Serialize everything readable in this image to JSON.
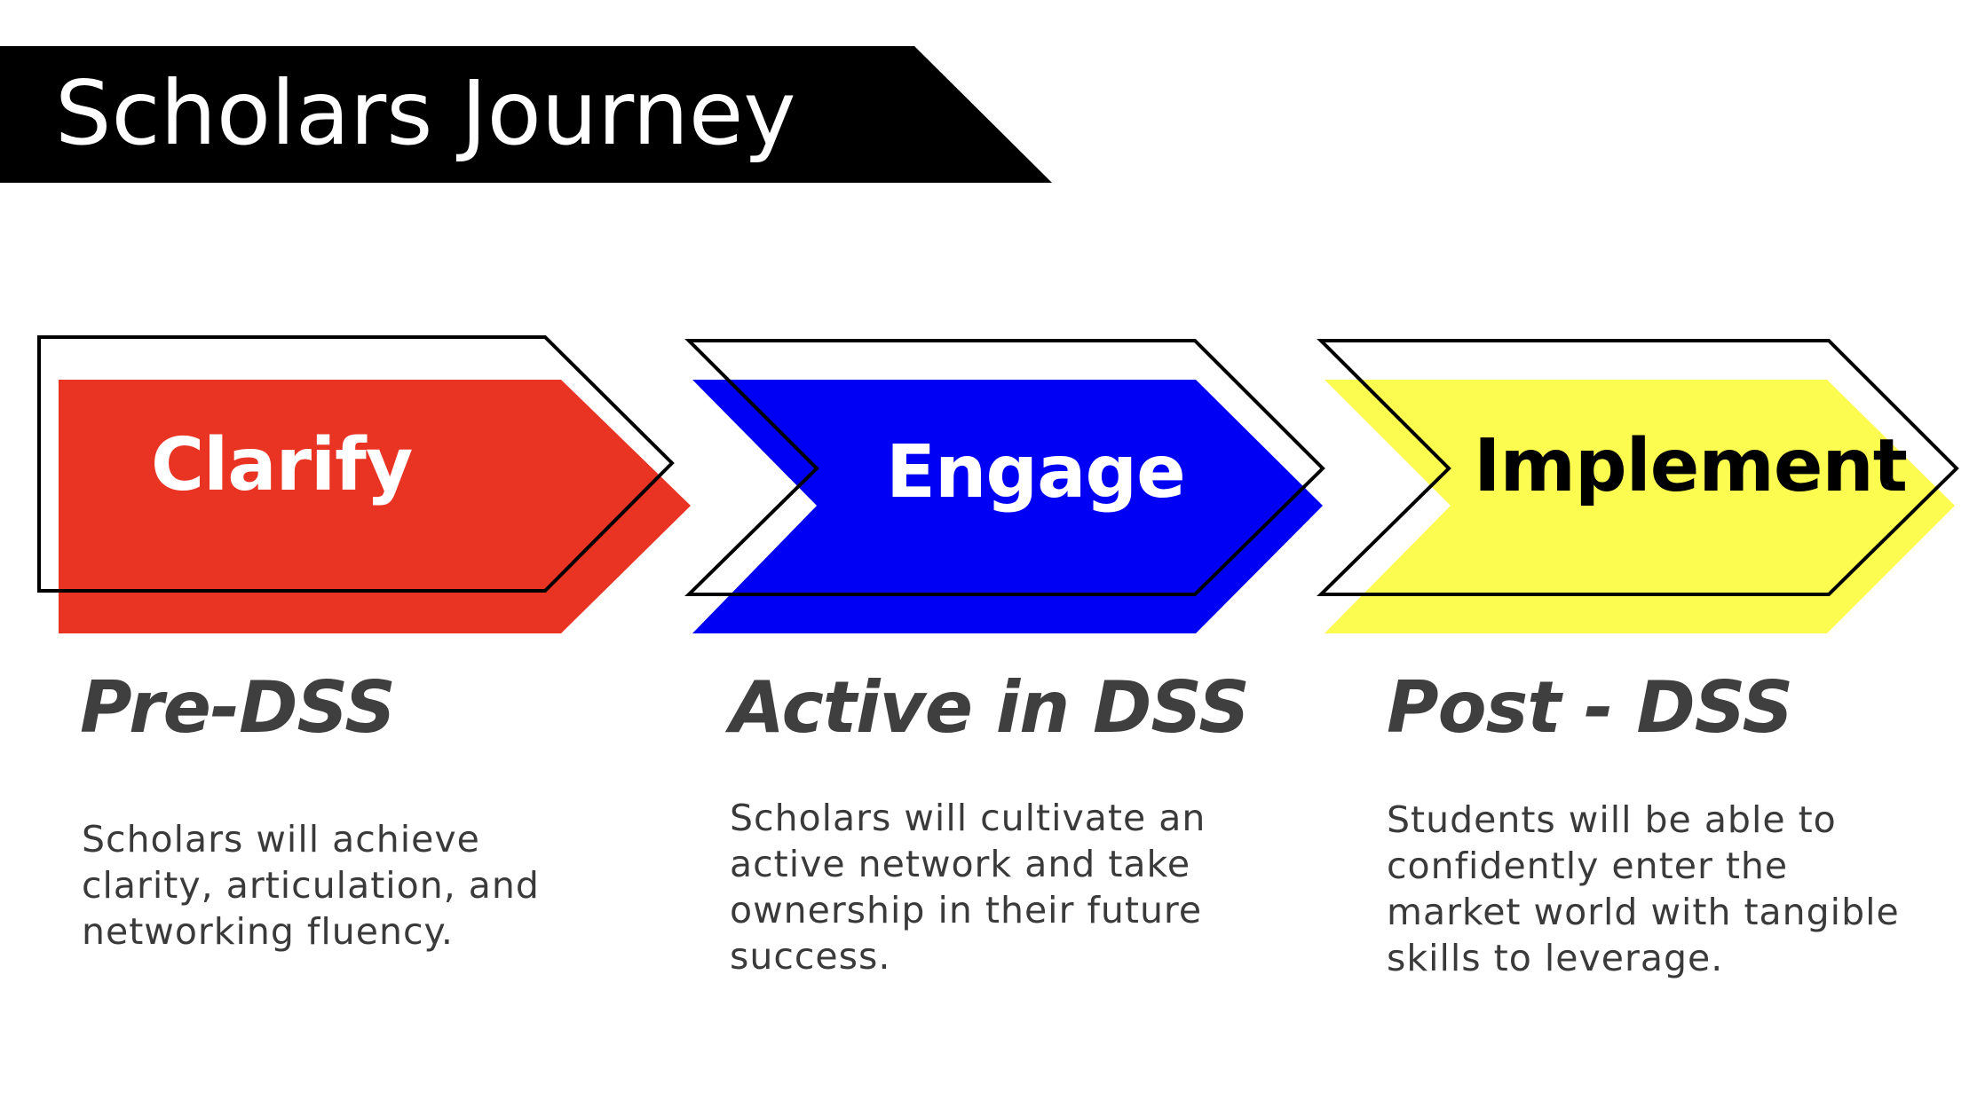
{
  "title": "Scholars Journey",
  "colors": {
    "banner": "#000000",
    "red": "#e93323",
    "blue": "#0000f5",
    "yellow": "#fcfc50"
  },
  "stages": [
    {
      "label": "Clarify",
      "phase": "Pre-DSS",
      "description": [
        "Scholars will achieve",
        "clarity, articulation, and",
        "networking fluency."
      ]
    },
    {
      "label": "Engage",
      "phase": "Active in DSS",
      "description": [
        "Scholars will cultivate an",
        "active network and take",
        "ownership in their future",
        "success."
      ]
    },
    {
      "label": "Implement",
      "phase": "Post - DSS",
      "description": [
        "Students will be able to",
        "confidently enter the",
        "market world with tangible",
        "skills to leverage."
      ]
    }
  ]
}
